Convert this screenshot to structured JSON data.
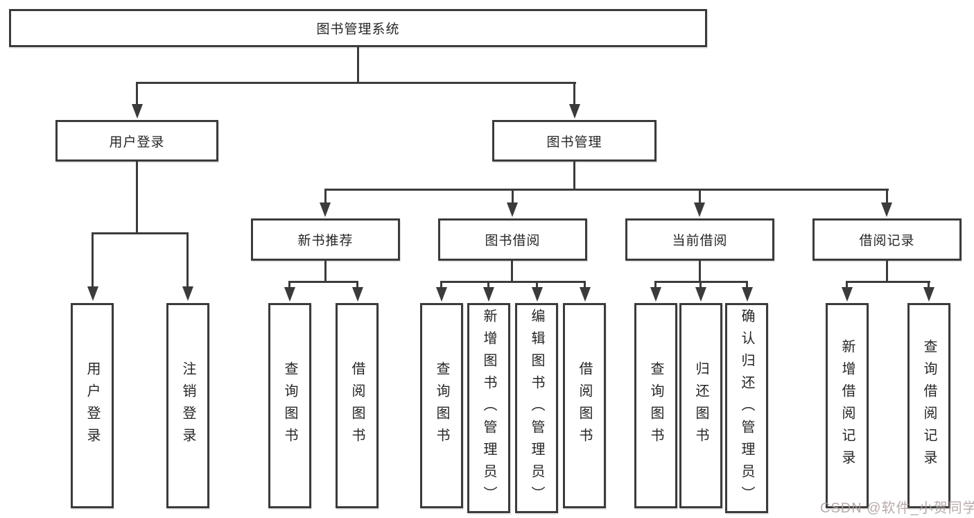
{
  "diagram": {
    "title": "图书管理系统",
    "root": {
      "label": "图书管理系统"
    },
    "level1": [
      {
        "label": "用户登录"
      },
      {
        "label": "图书管理"
      }
    ],
    "level2": [
      {
        "label": "新书推荐"
      },
      {
        "label": "图书借阅"
      },
      {
        "label": "当前借阅"
      },
      {
        "label": "借阅记录"
      }
    ],
    "leaves": [
      {
        "label": "用户登录",
        "parent": "用户登录"
      },
      {
        "label": "注销登录",
        "parent": "用户登录"
      },
      {
        "label": "查询图书",
        "parent": "新书推荐"
      },
      {
        "label": "借阅图书",
        "parent": "新书推荐"
      },
      {
        "label": "查询图书",
        "parent": "图书借阅"
      },
      {
        "label": "新增图书（管理员）",
        "parent": "图书借阅"
      },
      {
        "label": "编辑图书（管理员）",
        "parent": "图书借阅"
      },
      {
        "label": "借阅图书",
        "parent": "图书借阅"
      },
      {
        "label": "查询图书",
        "parent": "当前借阅"
      },
      {
        "label": "归还图书",
        "parent": "当前借阅"
      },
      {
        "label": "确认归还（管理员）",
        "parent": "当前借阅"
      },
      {
        "label": "新增借阅记录",
        "parent": "借阅记录"
      },
      {
        "label": "查询借阅记录",
        "parent": "借阅记录"
      }
    ],
    "watermark": "CSDN @软件_小贺同学",
    "colors": {
      "line": "#3b3b3b",
      "box_border": "#3b3b3b",
      "text": "#262626",
      "watermark": "#ab9b9b",
      "background": "#ffffff"
    }
  }
}
